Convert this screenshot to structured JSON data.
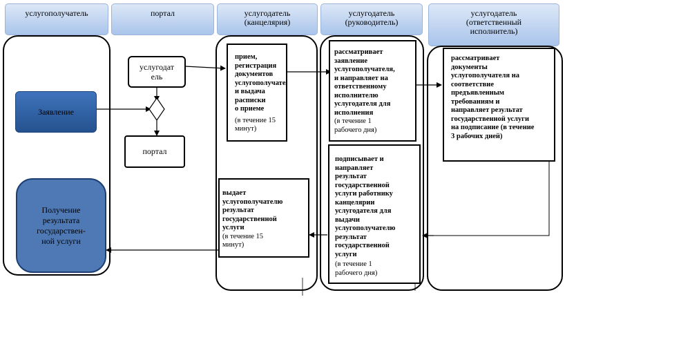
{
  "lanes": [
    {
      "id": "recipient",
      "header": "услугополучатель"
    },
    {
      "id": "portal",
      "header": "портал"
    },
    {
      "id": "office",
      "header": "услугодатель\n(канцелярия)"
    },
    {
      "id": "head",
      "header": "услугодатель\n(руководитель)"
    },
    {
      "id": "executor",
      "header": "услугодатель\n(ответственный\nисполнитель)"
    }
  ],
  "nodes": {
    "application": "Заявление",
    "result_receipt": "Получение\nрезультата\nгосударствен-\nной услуги",
    "portal_provider": "услугодат\nель",
    "portal_box": "портал",
    "office_reception": {
      "text": "прием,\nрегистрация\nдокументов\nуслугополучателя\nи выдача расписки\nо приеме",
      "time": "(в течение 15\nминут)"
    },
    "head_review": {
      "text": "рассматривает\nзаявление\nуслугополучателя,\nи направляет на\nответственному\nисполнителю\nуслугодателя для\nисполнения",
      "time": "(в течение 1\nрабочего дня)"
    },
    "executor_review": {
      "text": "рассматривает\nдокументы\nуслугополучателя на\nсоответствие\nпредъявленным\nтребованиям и\nнаправляет результат\nгосударственной услуги\nна подписание (в течение\n3 рабочих дней)"
    },
    "head_sign": {
      "text": "подписывает и\nнаправляет\nрезультат\nгосударственной\nуслуги работнику\nканцелярии\nуслугодателя для\nвыдачи\nуслугополучателю\nрезультат\nгосударственной\nуслуги",
      "time": "(в течение 1\nрабочего дня)"
    },
    "office_issue": {
      "text": "выдает\nуслугополучателю\nрезультат\nгосударственной\nуслуги",
      "time": "(в течение 15\nминут)"
    }
  }
}
